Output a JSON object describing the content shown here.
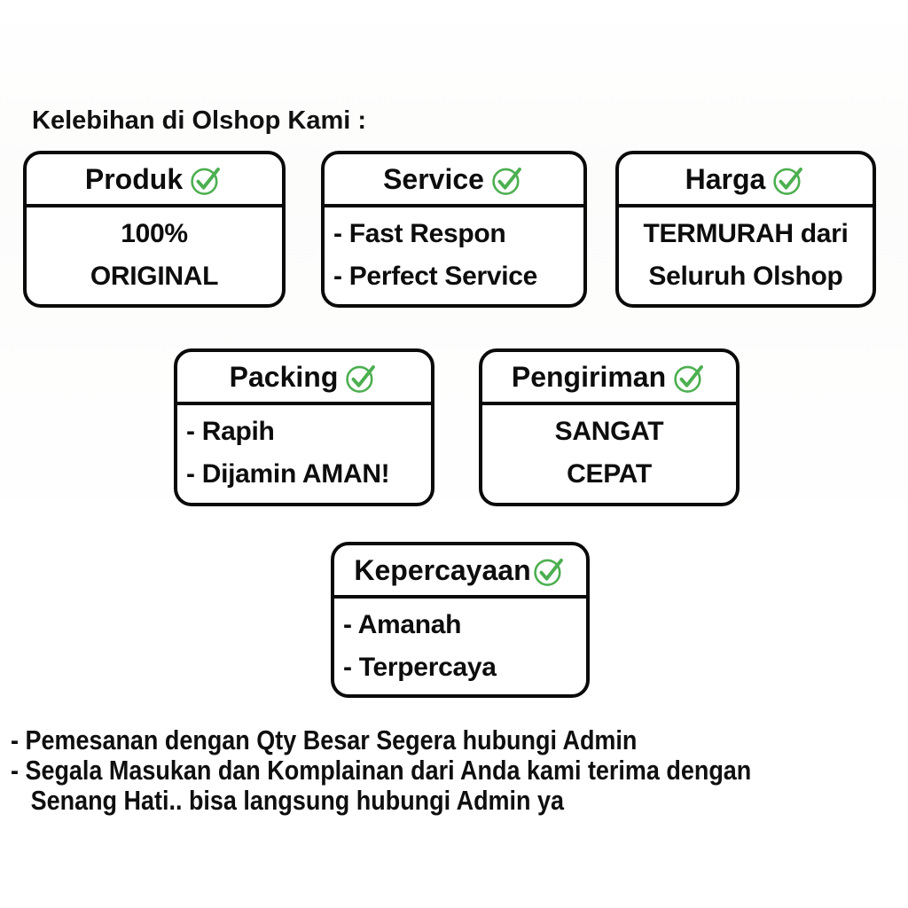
{
  "page": {
    "title": "Kelebihan di Olshop Kami :"
  },
  "boxes": [
    {
      "title": "Produk",
      "align": "center",
      "lines": [
        "100%",
        "ORIGINAL"
      ]
    },
    {
      "title": "Service",
      "align": "left",
      "lines": [
        "- Fast Respon",
        "- Perfect Service"
      ]
    },
    {
      "title": "Harga",
      "align": "center",
      "lines": [
        "TERMURAH dari",
        "Seluruh Olshop"
      ]
    },
    {
      "title": "Packing",
      "align": "left",
      "lines": [
        "- Rapih",
        "- Dijamin AMAN!"
      ]
    },
    {
      "title": "Pengiriman",
      "align": "center",
      "lines": [
        "SANGAT",
        "CEPAT"
      ]
    },
    {
      "title": "Kepercayaan",
      "align": "left",
      "lines": [
        "- Amanah",
        "- Terpercaya"
      ]
    }
  ],
  "icons": {
    "check": "check-circle"
  },
  "colors": {
    "check_green": "#4CAF50",
    "border_black": "#0a0a0a"
  },
  "footer": {
    "lines": [
      "- Pemesanan dengan Qty Besar Segera hubungi Admin",
      "- Segala Masukan dan Komplainan dari Anda kami terima dengan",
      "Senang Hati.. bisa langsung hubungi Admin ya"
    ]
  }
}
